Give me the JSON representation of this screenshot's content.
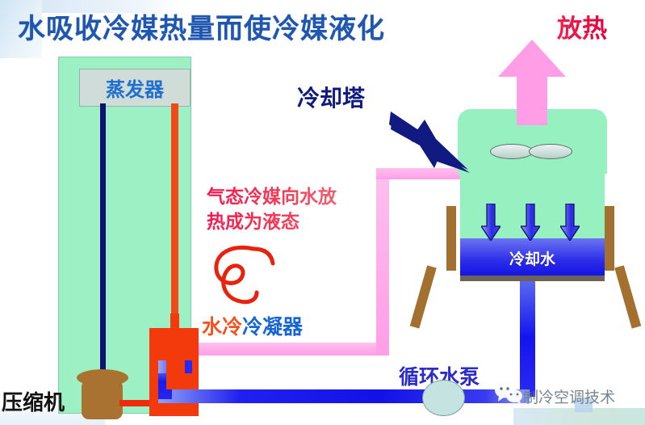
{
  "diagram": {
    "title": "水吸收冷媒热量而使冷媒液化",
    "heat_release_label": "放热",
    "cooling_tower_label": "冷却塔",
    "annotation_note": "气态冷媒向水放热成为液态",
    "annotation_note_line1": "气态冷媒向水放",
    "annotation_note_line2": "热成为液态",
    "condenser_label": "水冷冷凝器",
    "compressor_label": "压缩机",
    "pump_label": "循环水泵",
    "evaporator_label": "蒸发器",
    "cooling_water_label": "冷却水",
    "watermark_text": "制冷空调技术"
  },
  "colors": {
    "title_blue": "#1f56b0",
    "heat_red": "#e8113f",
    "tower_label_navy": "#101a80",
    "note_red": "#f5174f",
    "condenser_orange": "#f4511e",
    "condenser_blue": "#1565d8",
    "compressor_black": "#121212",
    "pump_blue": "#2b2bc8",
    "evaporator_blue": "#1f6fcf",
    "panel_green": "#9df0c4",
    "tower_green": "#96f0bf",
    "pink_pipe": "#ffa6e8",
    "blue_pipe": "#1414ee",
    "red_pipe": "#f23a0c",
    "wood_brown": "#a4702f",
    "navy_arrow": "#101a80",
    "evaporator_box_fill": "#cfdcd8"
  },
  "icons": {
    "up_arrow": "heat-exhaust-up-arrow",
    "down_arrows": "airflow-down-arrow",
    "navy_arrow": "air-intake-arrow",
    "fan": "fan-blade-ellipse",
    "squiggle": "handdrawn-loop-pointer",
    "pump": "circulation-pump-circle",
    "wechat": "wechat-logo-icon"
  }
}
